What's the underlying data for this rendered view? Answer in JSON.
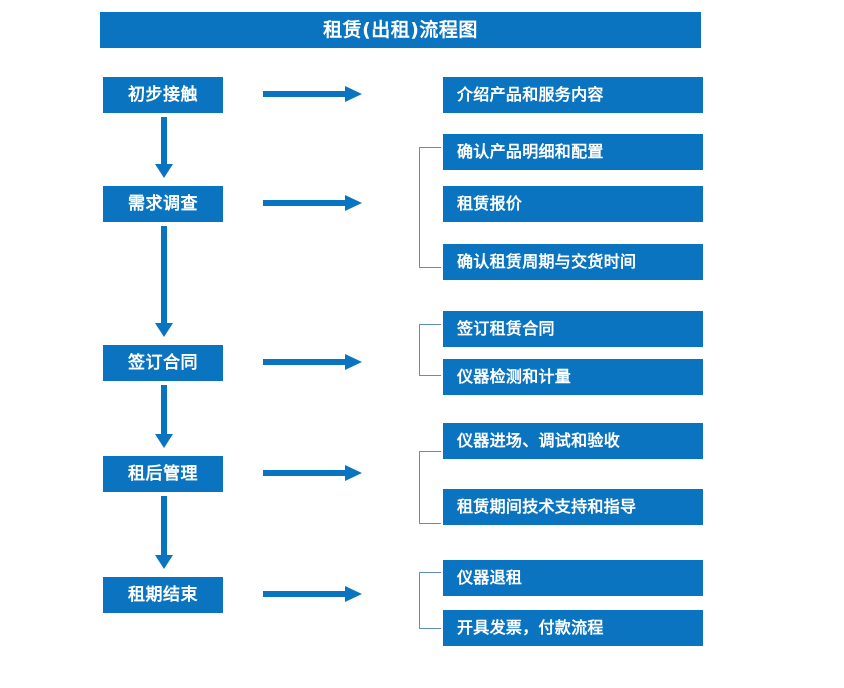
{
  "title": {
    "text": "租赁(出租)流程图"
  },
  "colors": {
    "box_blue": "#0b74c0",
    "arrow_blue": "#0b74c0",
    "bracket_blue": "#5f8fb9",
    "text_white": "#ffffff",
    "background": "#ffffff"
  },
  "stages": [
    {
      "label": "初步接触"
    },
    {
      "label": "需求调查"
    },
    {
      "label": "签订合同"
    },
    {
      "label": "租后管理"
    },
    {
      "label": "租期结束"
    }
  ],
  "details": {
    "group1": [
      {
        "label": "介绍产品和服务内容"
      }
    ],
    "group2": [
      {
        "label": "确认产品明细和配置"
      },
      {
        "label": "租赁报价"
      },
      {
        "label": "确认租赁周期与交货时间"
      }
    ],
    "group3": [
      {
        "label": "签订租赁合同"
      },
      {
        "label": "仪器检测和计量"
      }
    ],
    "group4": [
      {
        "label": "仪器进场、调试和验收"
      },
      {
        "label": "租赁期间技术支持和指导"
      }
    ],
    "group5": [
      {
        "label": "仪器退租"
      },
      {
        "label": "开具发票，付款流程"
      }
    ]
  },
  "connectors": {
    "right_arrow_icon": "arrow-right-icon",
    "down_arrow_icon": "arrow-down-icon",
    "bracket_icon": "group-bracket-icon"
  }
}
